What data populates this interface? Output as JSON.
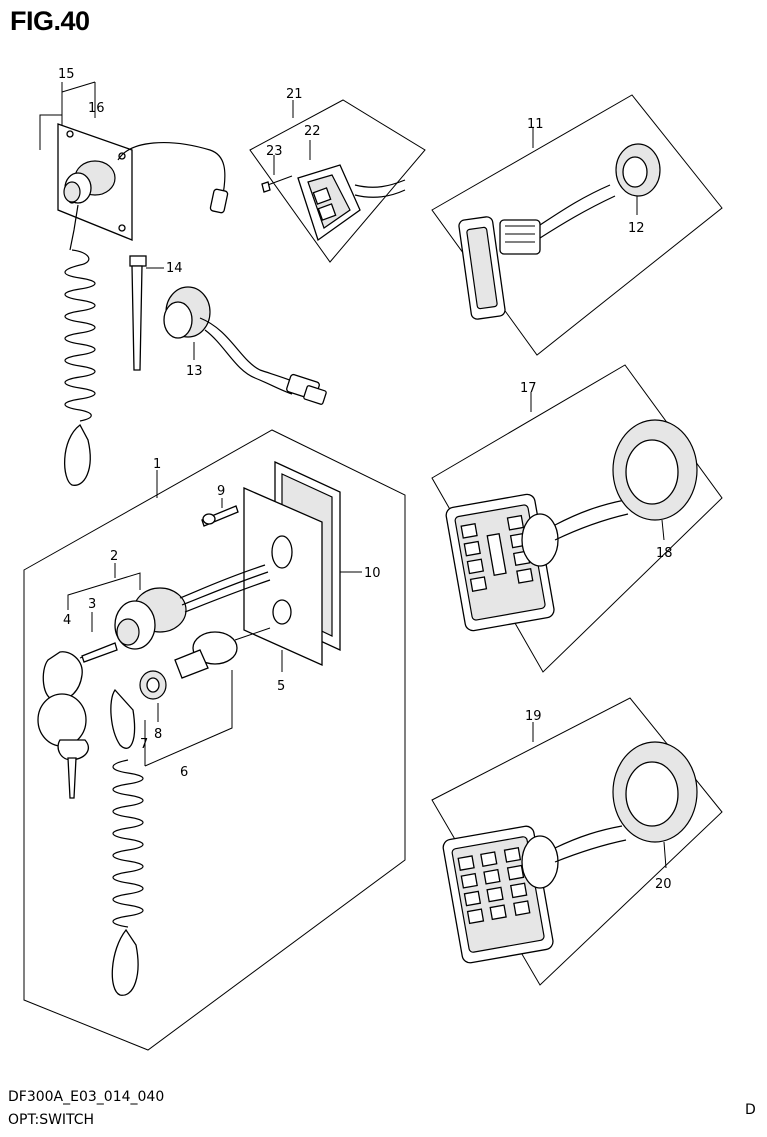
{
  "header": {
    "title": "FIG.40"
  },
  "footer": {
    "code": "DF300A_E03_014_040",
    "subtitle": "OPT:SWITCH",
    "corner_mark": "D"
  },
  "callouts": {
    "c1": "1",
    "c2": "2",
    "c3": "3",
    "c4": "4",
    "c5": "5",
    "c6": "6",
    "c7": "7",
    "c8": "8",
    "c9": "9",
    "c10": "10",
    "c11": "11",
    "c12": "12",
    "c13": "13",
    "c14": "14",
    "c15": "15",
    "c16": "16",
    "c17": "17",
    "c18": "18",
    "c19": "19",
    "c20": "20",
    "c21": "21",
    "c22": "22",
    "c23": "23"
  }
}
